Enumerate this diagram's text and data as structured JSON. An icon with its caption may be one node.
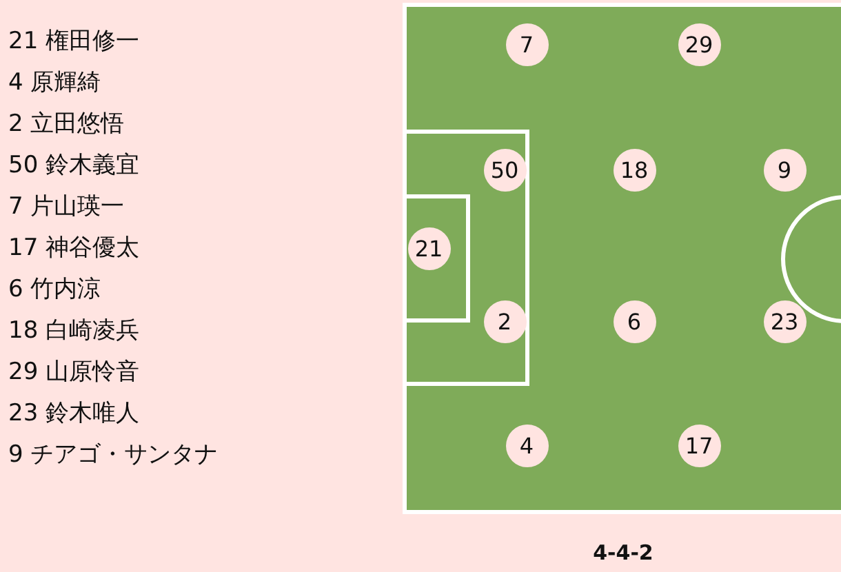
{
  "diagram": {
    "caption": "4-4-2",
    "nodes": [
      {
        "text": [
          "7"
        ]
      },
      {
        "text": [
          "29"
        ]
      },
      {
        "text": [
          "50"
        ]
      },
      {
        "text": [
          "18"
        ]
      },
      {
        "text": [
          "9"
        ]
      },
      {
        "text": [
          "21"
        ]
      },
      {
        "text": [
          "2"
        ]
      },
      {
        "text": [
          "6"
        ]
      },
      {
        "text": [
          "23"
        ]
      },
      {
        "text": [
          "4"
        ]
      },
      {
        "text": [
          "17"
        ]
      }
    ],
    "edges": [],
    "labels": [
      "21 権田修一",
      "4 原輝綺",
      "2 立田悠悟",
      "50 鈴木義宜",
      "7 片山瑛一",
      "17 神谷優太",
      "6 竹内涼",
      "18 白崎凌兵",
      "29 山原怜音",
      "23 鈴木唯人",
      "9 チアゴ・サンタナ"
    ]
  }
}
